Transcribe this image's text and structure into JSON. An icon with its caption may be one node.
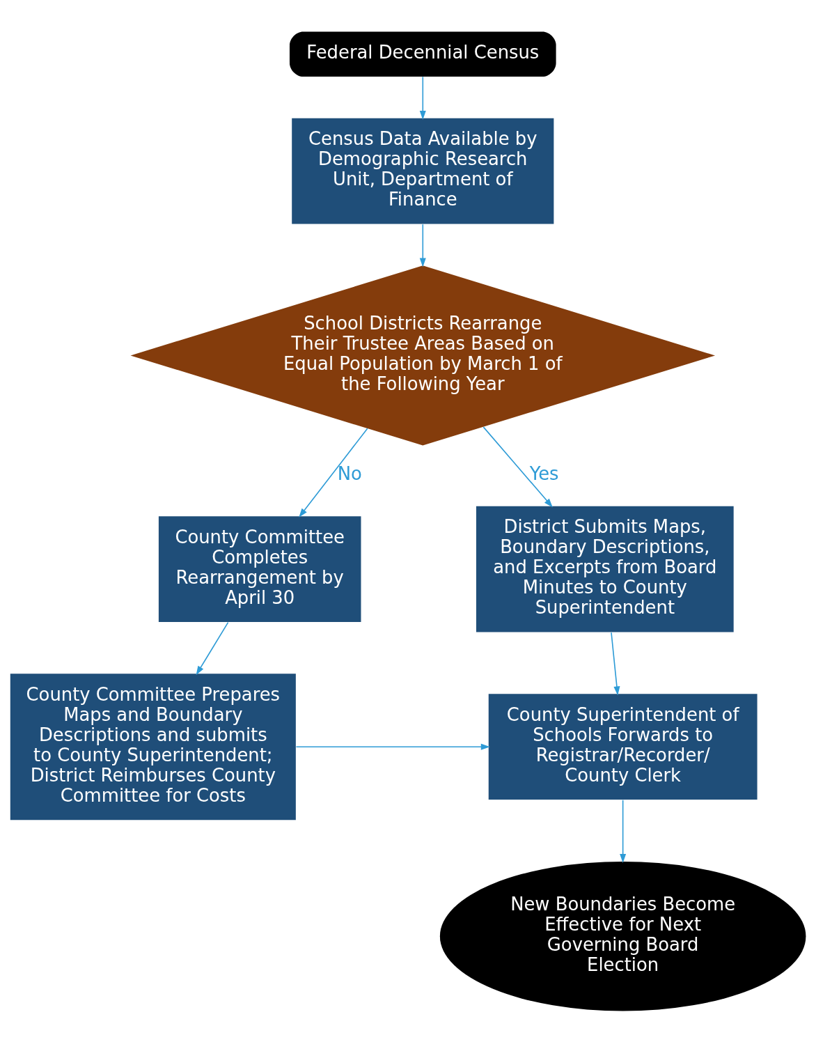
{
  "diagram": {
    "nodes": [
      {
        "text": [
          "Federal Decennial Census"
        ]
      },
      {
        "text": [
          "Census Data Available by Demographic Research Unit, Department of Finance"
        ]
      },
      {
        "text": [
          "School Districts Rearrange Their Trustee Areas Based on Equal Population by March 1 of the Following Year"
        ]
      },
      {
        "text": [
          "County Committee Completes Rearrangement by April 30"
        ]
      },
      {
        "text": [
          "District Submits Maps, Boundary Descriptions, and Excerpts from Board Minutes to County Superintendent"
        ]
      },
      {
        "text": [
          "County Committee Prepares Maps and Boundary Descriptions and submits to County Superintendent; District Reimburses County Committee for Costs"
        ]
      },
      {
        "text": [
          "County Superintendent of Schools Forwards to Registrar/Recorder/ County Clerk"
        ]
      },
      {
        "text": [
          "New Boundaries Become Effective for Next Governing Board Election"
        ]
      }
    ],
    "edges": [
      {
        "from": 0,
        "to": 1,
        "arrow": "to"
      },
      {
        "from": 1,
        "to": 2,
        "arrow": "to"
      },
      {
        "from": 2,
        "to": 3,
        "arrow": "to",
        "label": "No"
      },
      {
        "from": 2,
        "to": 4,
        "arrow": "to",
        "label": "Yes"
      },
      {
        "from": 3,
        "to": 5,
        "arrow": "to"
      },
      {
        "from": 4,
        "to": 6,
        "arrow": "to"
      },
      {
        "from": 5,
        "to": 6,
        "arrow": "to"
      },
      {
        "from": 6,
        "to": 7,
        "arrow": "to"
      }
    ]
  }
}
